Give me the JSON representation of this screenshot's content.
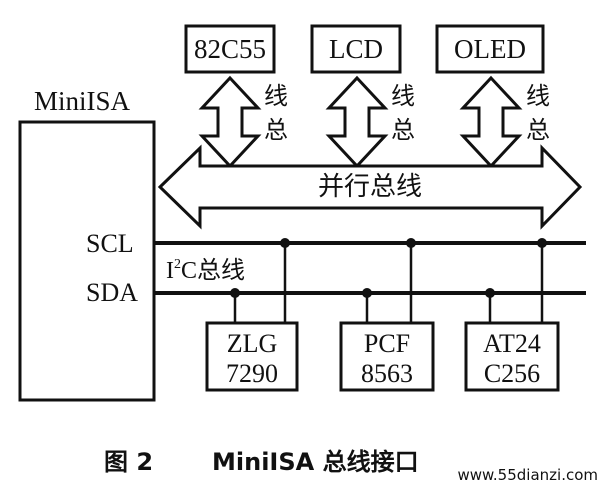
{
  "modules_top": {
    "m1": "82C55",
    "m2": "LCD",
    "m3": "OLED"
  },
  "bus_label_vertical": "总线",
  "main_block": "MiniISA",
  "parallel_bus": "并行总线",
  "signals": {
    "scl": "SCL",
    "sda": "SDA"
  },
  "i2c_label": {
    "prefix": "I",
    "sup": "2",
    "suffix": "C总线"
  },
  "modules_bottom": {
    "zlg": {
      "line1": "ZLG",
      "line2": "7290"
    },
    "pcf": {
      "line1": "PCF",
      "line2": "8563"
    },
    "at24": {
      "line1": "AT24",
      "line2": "C256"
    }
  },
  "caption": {
    "fig": "图 2",
    "title": "MiniISA 总线接口"
  },
  "watermark": "www.55dianzi.com",
  "colors": {
    "ink": "#111111",
    "watermark": "#d0342c"
  }
}
